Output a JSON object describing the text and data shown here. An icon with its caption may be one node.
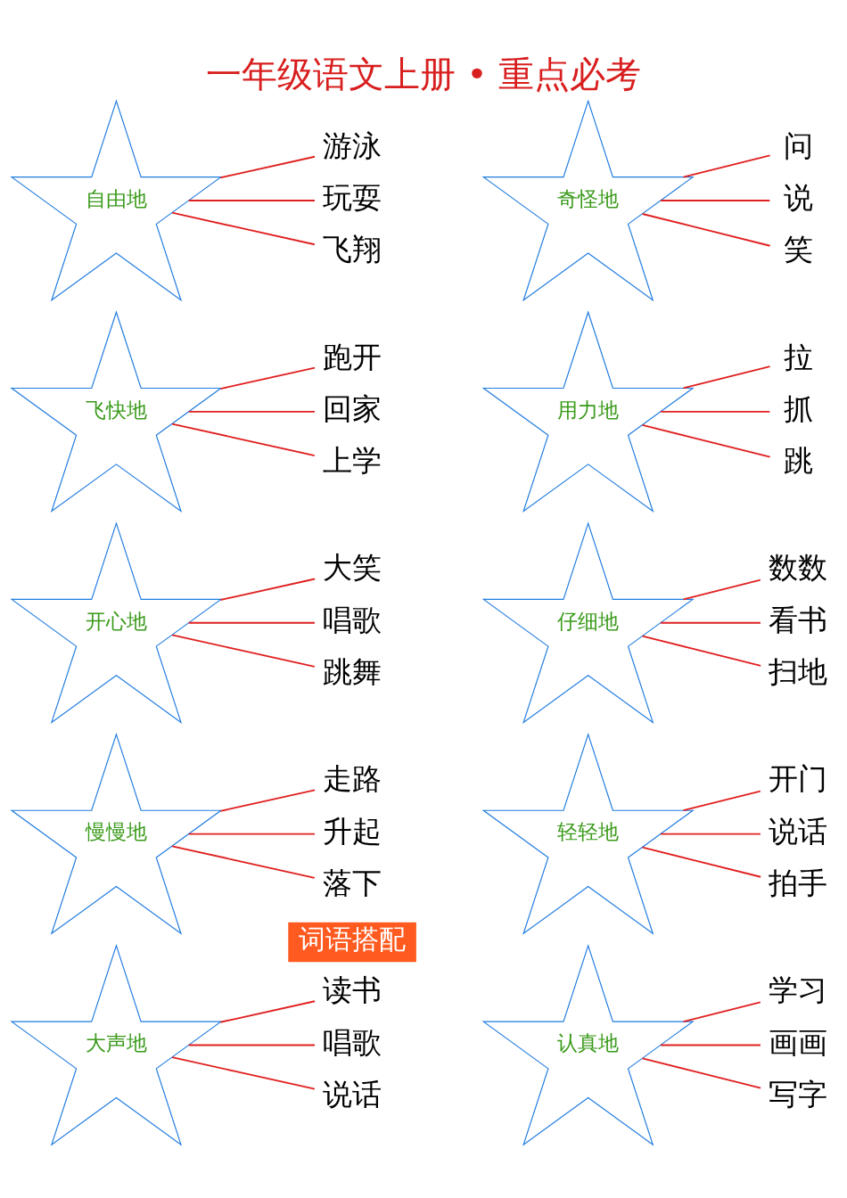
{
  "diagram": {
    "title": "一年级语文上册 • 重点必考",
    "nodes": [
      {
        "text": [
          "词语搭配"
        ]
      },
      {
        "text": [
          "大声地"
        ]
      },
      {
        "text": [
          "读书"
        ]
      },
      {
        "text": [
          "唱歌"
        ]
      },
      {
        "text": [
          "说话"
        ]
      },
      {
        "text": [
          "认真地"
        ]
      },
      {
        "text": [
          "学习"
        ]
      },
      {
        "text": [
          "画画"
        ]
      },
      {
        "text": [
          "写字"
        ]
      },
      {
        "text": [
          "慢慢地"
        ]
      },
      {
        "text": [
          "走路"
        ]
      },
      {
        "text": [
          "升起"
        ]
      },
      {
        "text": [
          "落下"
        ]
      },
      {
        "text": [
          "轻轻地"
        ]
      },
      {
        "text": [
          "开门"
        ]
      },
      {
        "text": [
          "说话"
        ]
      },
      {
        "text": [
          "拍手"
        ]
      },
      {
        "text": [
          "开心地"
        ]
      },
      {
        "text": [
          "大笑"
        ]
      },
      {
        "text": [
          "唱歌"
        ]
      },
      {
        "text": [
          "跳舞"
        ]
      },
      {
        "text": [
          "仔细地"
        ]
      },
      {
        "text": [
          "数数"
        ]
      },
      {
        "text": [
          "看书"
        ]
      },
      {
        "text": [
          "扫地"
        ]
      },
      {
        "text": [
          "飞快地"
        ]
      },
      {
        "text": [
          "跑开"
        ]
      },
      {
        "text": [
          "回家"
        ]
      },
      {
        "text": [
          "上学"
        ]
      },
      {
        "text": [
          "用力地"
        ]
      },
      {
        "text": [
          "拉"
        ]
      },
      {
        "text": [
          "抓"
        ]
      },
      {
        "text": [
          "跳"
        ]
      },
      {
        "text": [
          "自由地"
        ]
      },
      {
        "text": [
          "游泳"
        ]
      },
      {
        "text": [
          "玩耍"
        ]
      },
      {
        "text": [
          "飞翔"
        ]
      },
      {
        "text": [
          "奇怪地"
        ]
      },
      {
        "text": [
          "问"
        ]
      },
      {
        "text": [
          "说"
        ]
      },
      {
        "text": [
          "笑"
        ]
      }
    ],
    "edges": [
      {
        "from": 1,
        "to": 2,
        "arrow": "none"
      },
      {
        "from": 1,
        "to": 3,
        "arrow": "none"
      },
      {
        "from": 1,
        "to": 4,
        "arrow": "none"
      },
      {
        "from": 5,
        "to": 6,
        "arrow": "none"
      },
      {
        "from": 5,
        "to": 7,
        "arrow": "none"
      },
      {
        "from": 5,
        "to": 8,
        "arrow": "none"
      },
      {
        "from": 9,
        "to": 10,
        "arrow": "none"
      },
      {
        "from": 9,
        "to": 11,
        "arrow": "none"
      },
      {
        "from": 9,
        "to": 12,
        "arrow": "none"
      },
      {
        "from": 13,
        "to": 14,
        "arrow": "none"
      },
      {
        "from": 13,
        "to": 15,
        "arrow": "none"
      },
      {
        "from": 13,
        "to": 16,
        "arrow": "none"
      },
      {
        "from": 17,
        "to": 18,
        "arrow": "none"
      },
      {
        "from": 17,
        "to": 19,
        "arrow": "none"
      },
      {
        "from": 17,
        "to": 20,
        "arrow": "none"
      },
      {
        "from": 21,
        "to": 22,
        "arrow": "none"
      },
      {
        "from": 21,
        "to": 23,
        "arrow": "none"
      },
      {
        "from": 21,
        "to": 24,
        "arrow": "none"
      },
      {
        "from": 25,
        "to": 26,
        "arrow": "none"
      },
      {
        "from": 25,
        "to": 27,
        "arrow": "none"
      },
      {
        "from": 25,
        "to": 28,
        "arrow": "none"
      },
      {
        "from": 29,
        "to": 30,
        "arrow": "none"
      },
      {
        "from": 29,
        "to": 31,
        "arrow": "none"
      },
      {
        "from": 29,
        "to": 32,
        "arrow": "none"
      },
      {
        "from": 33,
        "to": 34,
        "arrow": "none"
      },
      {
        "from": 33,
        "to": 35,
        "arrow": "none"
      },
      {
        "from": 33,
        "to": 36,
        "arrow": "none"
      },
      {
        "from": 37,
        "to": 38,
        "arrow": "none"
      },
      {
        "from": 37,
        "to": 39,
        "arrow": "none"
      },
      {
        "from": 37,
        "to": 40,
        "arrow": "none"
      }
    ]
  }
}
